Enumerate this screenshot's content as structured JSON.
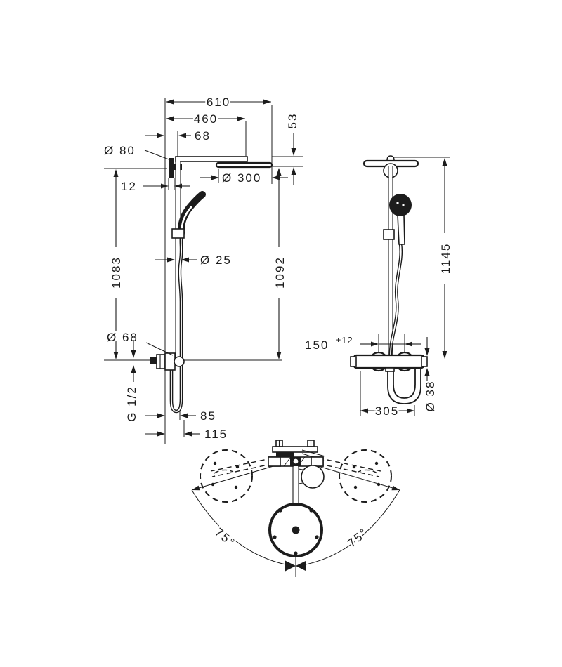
{
  "drawing": {
    "type": "technical-dimension-diagram",
    "product": "showerpipe",
    "colors": {
      "line": "#1c1c1c",
      "background": "#ffffff"
    },
    "labels": {
      "total_width": "610",
      "arm_reach": "460",
      "wall_to_pipe": "68",
      "head_height": "53",
      "escutcheon_dia": "Ø 80",
      "plate_depth": "12",
      "head_dia": "Ø 300",
      "pipe_height_left": "1083",
      "pipe_dia": "Ø 25",
      "pipe_height_right": "1092",
      "overall_height": "1145",
      "valve_dia": "Ø 68",
      "connection_distance": "150",
      "connection_tolerance": "±12",
      "thread": "G 1/2",
      "hose_offset_85": "85",
      "hose_offset_115": "115",
      "valve_width": "305",
      "hose_bend_dia": "Ø 38",
      "swivel_left": "75°",
      "swivel_right": "75°"
    }
  }
}
